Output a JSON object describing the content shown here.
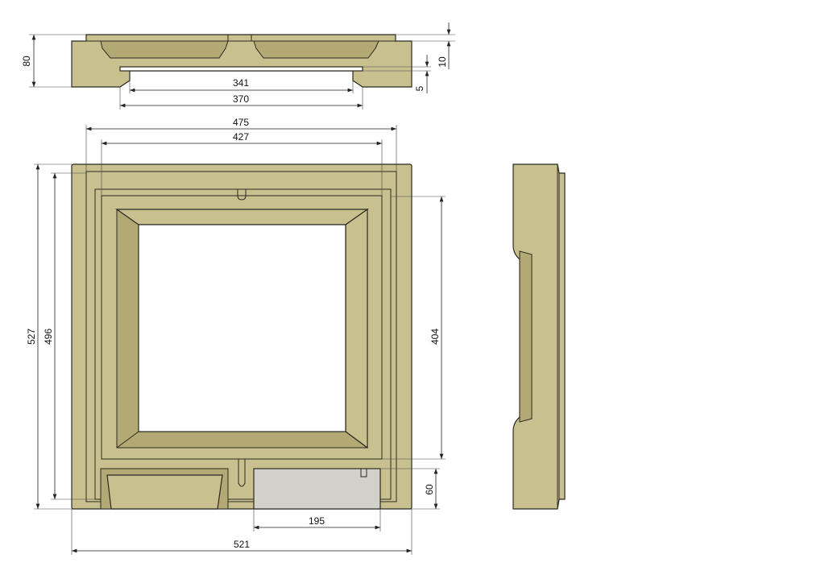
{
  "dimensions": {
    "top_height": "80",
    "top_lip": "10",
    "top_step": "5",
    "top_inner": "341",
    "top_outer": "370",
    "front_width_475": "475",
    "front_width_427": "427",
    "front_height_527": "527",
    "front_height_496": "496",
    "front_height_404": "404",
    "front_base_60": "60",
    "front_box_195": "195",
    "front_width_521": "521"
  },
  "colors": {
    "body": "#c9c090",
    "bevel": "#b3a975",
    "box": "#d2d2c8"
  }
}
